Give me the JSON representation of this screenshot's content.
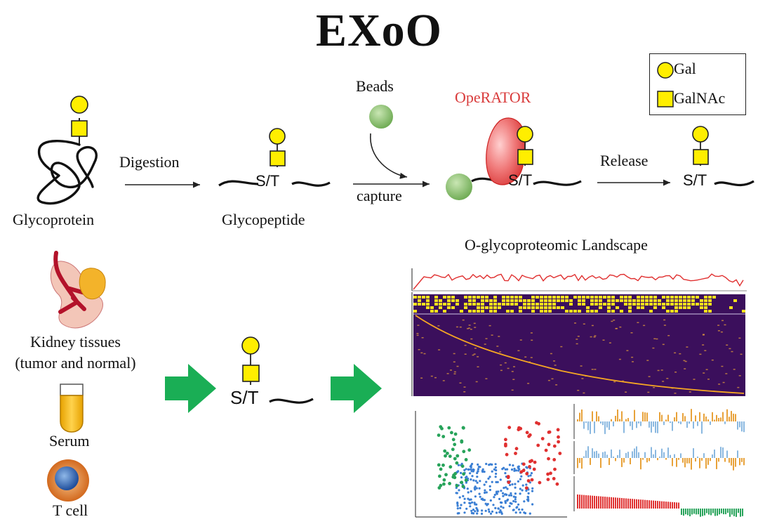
{
  "title": "EXoO",
  "legend": {
    "gal": "Gal",
    "galnac": "GalNAc"
  },
  "workflow": {
    "glycoprotein": "Glycoprotein",
    "digestion": "Digestion",
    "glycopeptide": "Glycopeptide",
    "beads": "Beads",
    "capture": "capture",
    "operator": "OpeRATOR",
    "release": "Release",
    "site": "S/T"
  },
  "samples": {
    "kidney": "Kidney tissues",
    "kidney_detail": "(tumor and normal)",
    "serum": "Serum",
    "tcell": "T cell"
  },
  "landscape": {
    "title": "O-glycoproteomic Landscape"
  },
  "colors": {
    "gal": "#ffee00",
    "galnac": "#ffee00",
    "operator_text": "#d93b3b",
    "bead": "#7cb85a",
    "arrow_green": "#1aae55",
    "heatmap_bg": "#3b0f5c",
    "heatmap_hit": "#f5e11c",
    "trace": "#e03030"
  }
}
